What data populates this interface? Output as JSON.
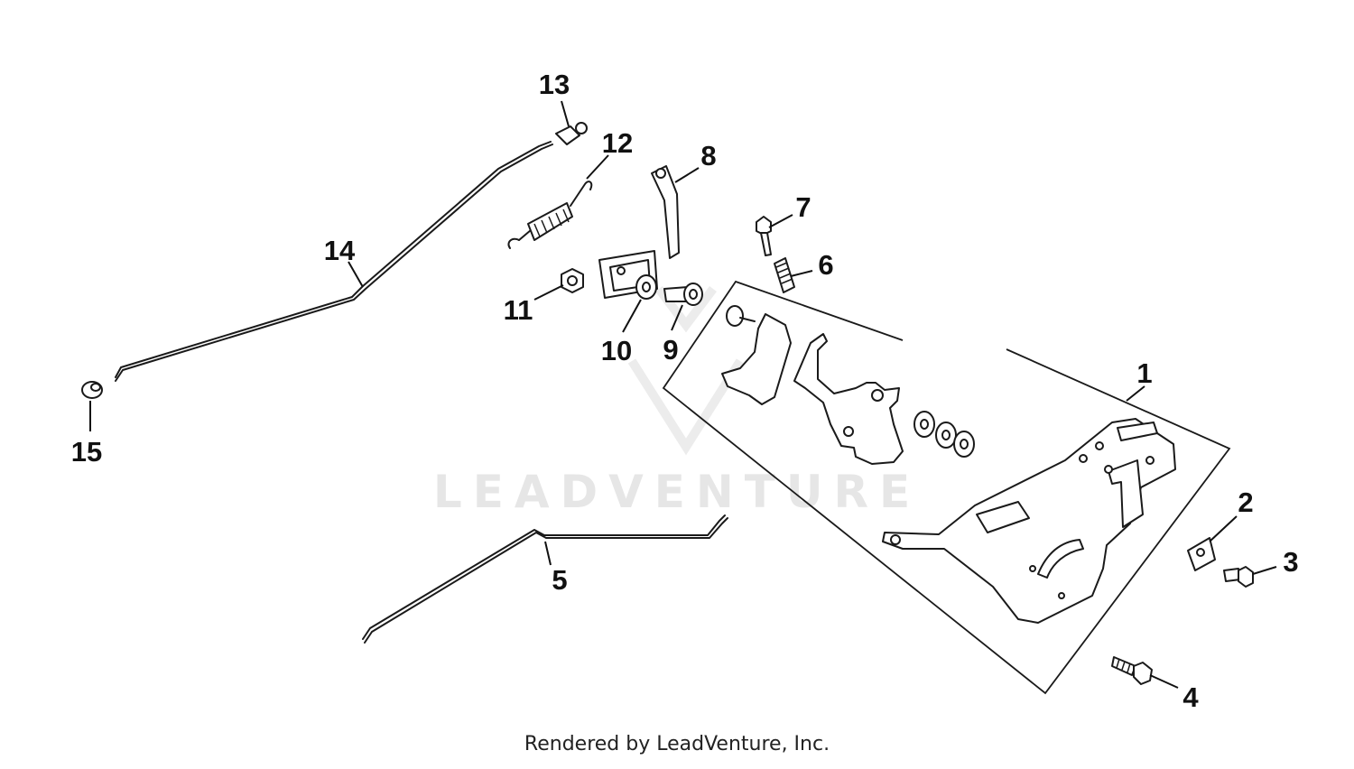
{
  "watermark": {
    "text": "LEADVENTURE",
    "icon": "leadventure-logo-icon"
  },
  "footer": {
    "credit": "Rendered by LeadVenture, Inc."
  },
  "callouts": [
    {
      "id": "1",
      "label": "1"
    },
    {
      "id": "2",
      "label": "2"
    },
    {
      "id": "3",
      "label": "3"
    },
    {
      "id": "4",
      "label": "4"
    },
    {
      "id": "5",
      "label": "5"
    },
    {
      "id": "6",
      "label": "6"
    },
    {
      "id": "7",
      "label": "7"
    },
    {
      "id": "8",
      "label": "8"
    },
    {
      "id": "9",
      "label": "9"
    },
    {
      "id": "10",
      "label": "10"
    },
    {
      "id": "11",
      "label": "11"
    },
    {
      "id": "12",
      "label": "12"
    },
    {
      "id": "13",
      "label": "13"
    },
    {
      "id": "14",
      "label": "14"
    },
    {
      "id": "15",
      "label": "15"
    }
  ]
}
